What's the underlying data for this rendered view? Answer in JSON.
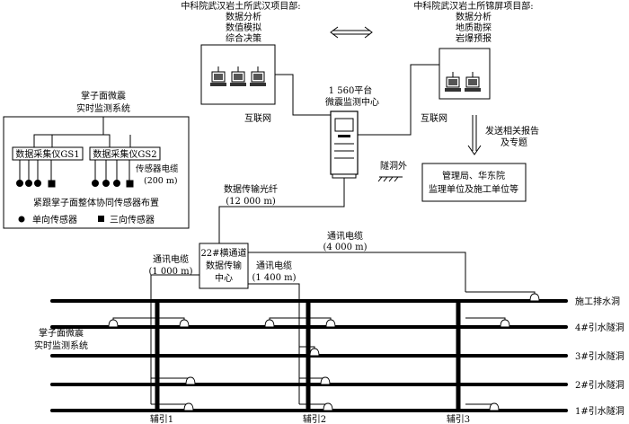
{
  "wuhan_project": {
    "title": "中科院武汉岩土所武汉项目部:",
    "lines": [
      "数据分析",
      "数值模拟",
      "综合决策"
    ]
  },
  "jinping_project": {
    "title": "中科院武汉岩土所锦屏项目部:",
    "lines": [
      "数据分析",
      "地质勘探",
      "岩爆预报"
    ]
  },
  "internet_left": "互联网",
  "internet_right": "互联网",
  "center": {
    "line1": "1 560平台",
    "line2": "微震监测中心"
  },
  "tunnel_outside": "隧洞外",
  "send_report": {
    "line1": "发送相关报告",
    "line2": "及专题"
  },
  "admin_box": {
    "line1": "管理局、华东院",
    "line2": "监理单位及施工单位等"
  },
  "fiber": {
    "line1": "数据传输光纤",
    "line2": "(12 000 m)"
  },
  "cable_4000": {
    "line1": "通讯电缆",
    "line2": "(4 000 m)"
  },
  "cable_1000": {
    "line1": "通讯电缆",
    "line2": "(1 000 m)"
  },
  "cable_1400": {
    "line1": "通讯电缆",
    "line2": "(1 400 m)"
  },
  "transfer_center": {
    "line1": "22#横通道",
    "line2": "数据传输",
    "line3": "中心"
  },
  "inset": {
    "title1": "掌子面微震",
    "title2": "实时监测系统",
    "gs1": "数据采集仪GS1",
    "gs2": "数据采集仪GS2",
    "sensor_cable1": "传感器电缆",
    "sensor_cable2": "(200 m)",
    "layout_note": "紧跟掌子面整体协同传感器布置",
    "uni_sensor": "单向传感器",
    "tri_sensor": "三向传感器"
  },
  "face_system": {
    "line1": "掌子面微震",
    "line2": "实时监测系统"
  },
  "tunnels": [
    "施工排水洞",
    "4#引水隧洞",
    "3#引水隧洞",
    "2#引水隧洞",
    "1#引水隧洞"
  ],
  "aux_tunnels": [
    "辅引1",
    "辅引2",
    "辅引3"
  ]
}
